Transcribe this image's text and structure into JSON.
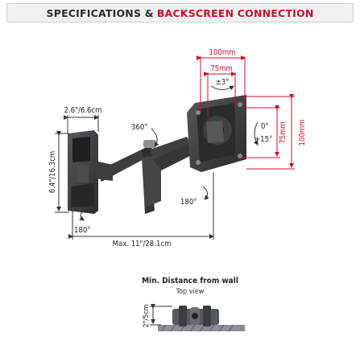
{
  "header": {
    "title_dark": "SPECIFICATIONS &",
    "title_red": "BACKSCREEN CONNECTION"
  },
  "dims": {
    "width_top_outer": "100mm",
    "width_top_inner": "75mm",
    "swivel_small": "±3°",
    "height_right_inner": "75mm",
    "height_right_outer": "100mm",
    "tilt_up": "0°",
    "tilt_down": "+15°",
    "swivel_arm": "360°",
    "rotate_mid": "180°",
    "rotate_base": "180°",
    "depth_plate": "2.6\"/6.6cm",
    "height_plate": "6.4\"/16.3cm",
    "max_extension": "Max. 11\"/28.1cm"
  },
  "wall_distance": {
    "title": "Min. Distance from wall",
    "subtitle": "Top view",
    "value": "2\"/5cm"
  },
  "colors": {
    "accent": "#c8102e",
    "metal": "#3a3a3c",
    "line": "#333333"
  }
}
